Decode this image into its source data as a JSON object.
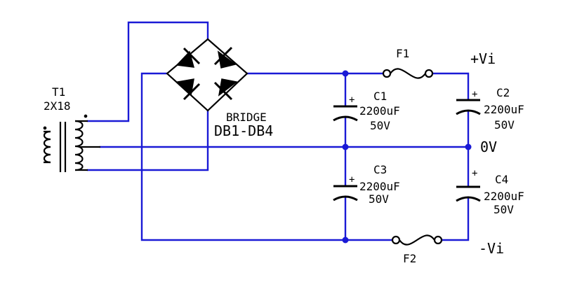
{
  "colors": {
    "wire": "#1a1ad6",
    "component": "#000000",
    "background": "#ffffff"
  },
  "transformer": {
    "ref": "T1",
    "value": "2X18"
  },
  "bridge": {
    "ref": "BRIDGE",
    "value": "DB1-DB4"
  },
  "fuses": [
    {
      "ref": "F1"
    },
    {
      "ref": "F2"
    }
  ],
  "capacitors": [
    {
      "ref": "C1",
      "polarity": "+",
      "value": "2200uF",
      "voltage": "50V"
    },
    {
      "ref": "C2",
      "polarity": "+",
      "value": "2200uF",
      "voltage": "50V"
    },
    {
      "ref": "C3",
      "polarity": "+",
      "value": "2200uF",
      "voltage": "50V"
    },
    {
      "ref": "C4",
      "polarity": "+",
      "value": "2200uF",
      "voltage": "50V"
    }
  ],
  "outputs": {
    "positive": "+Vi",
    "ground": "0V",
    "negative": "-Vi"
  }
}
